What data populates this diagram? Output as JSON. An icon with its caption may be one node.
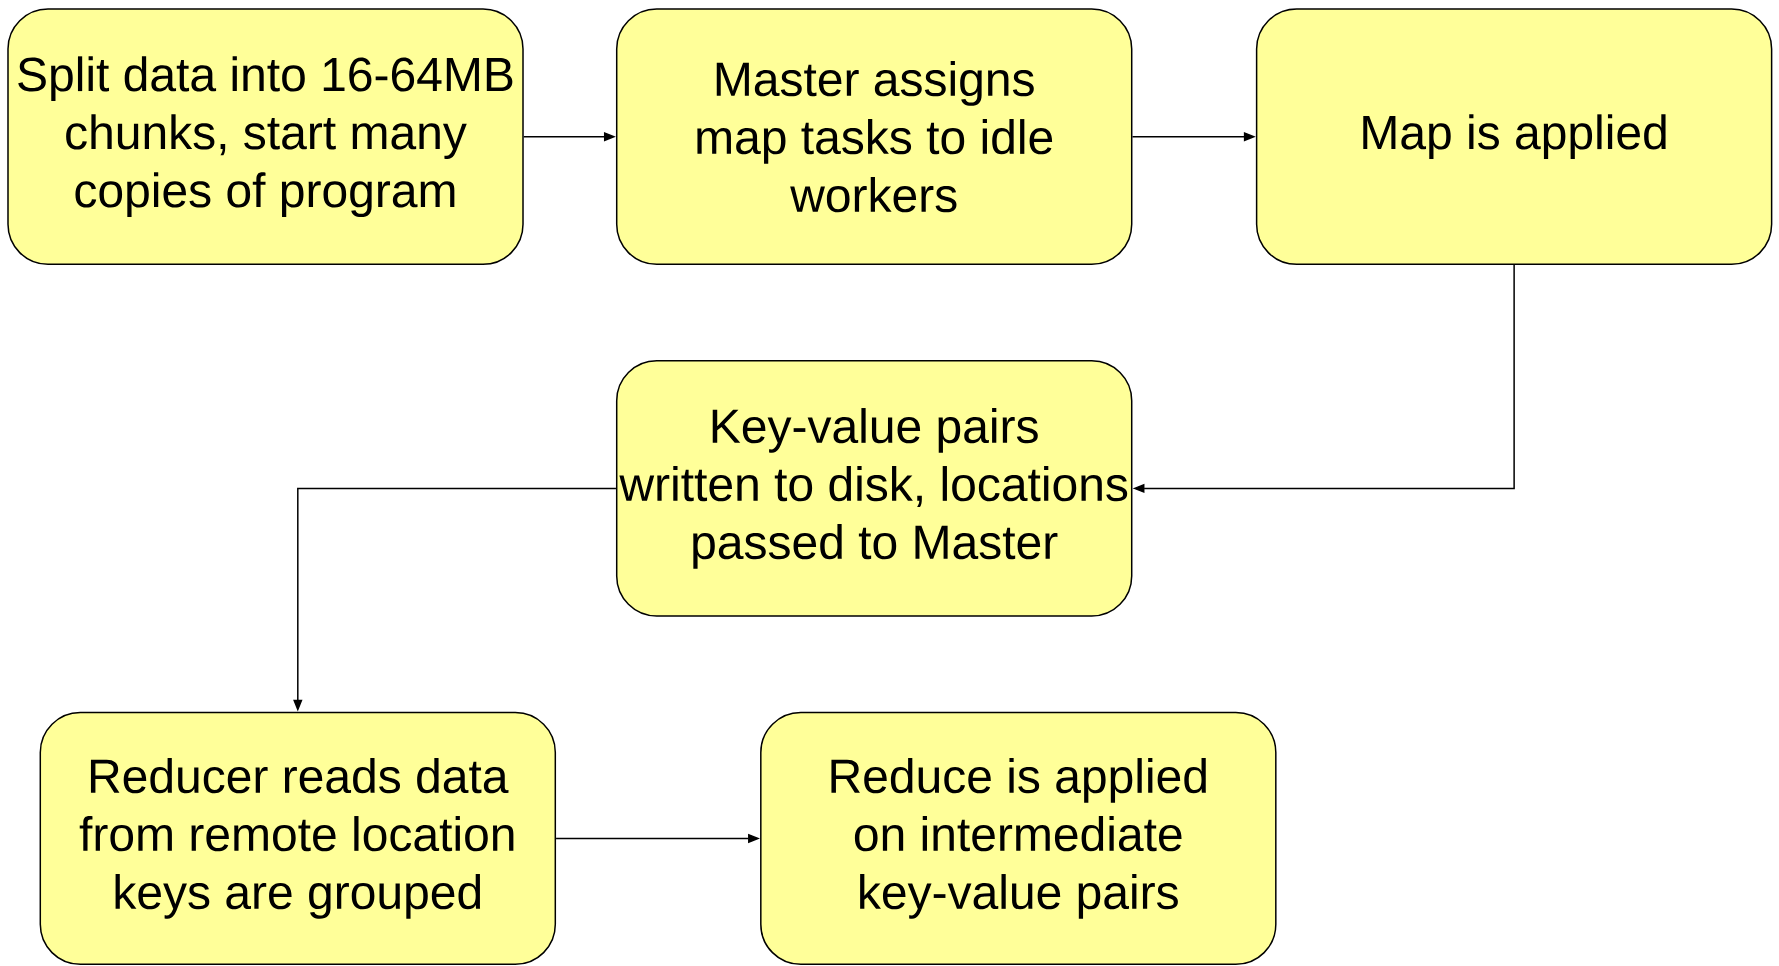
{
  "diagram": {
    "nodes": [
      {
        "text": [
          "Split data into 16-64MB chunks, start many copies of program"
        ]
      },
      {
        "text": [
          "Master assigns map tasks to idle workers"
        ]
      },
      {
        "text": [
          "Map is applied"
        ]
      },
      {
        "text": [
          "Key-value pairs written to disk, locations passed to Master"
        ]
      },
      {
        "text": [
          "Reducer reads data from remote location keys are grouped"
        ]
      },
      {
        "text": [
          "Reduce is applied on intermediate key-value pairs"
        ]
      }
    ],
    "edges": [
      {
        "from": 0,
        "to": 1,
        "arrow": "to"
      },
      {
        "from": 1,
        "to": 2,
        "arrow": "to"
      },
      {
        "from": 2,
        "to": 3,
        "arrow": "to"
      },
      {
        "from": 3,
        "to": 4,
        "arrow": "to"
      },
      {
        "from": 4,
        "to": 5,
        "arrow": "to"
      }
    ]
  }
}
